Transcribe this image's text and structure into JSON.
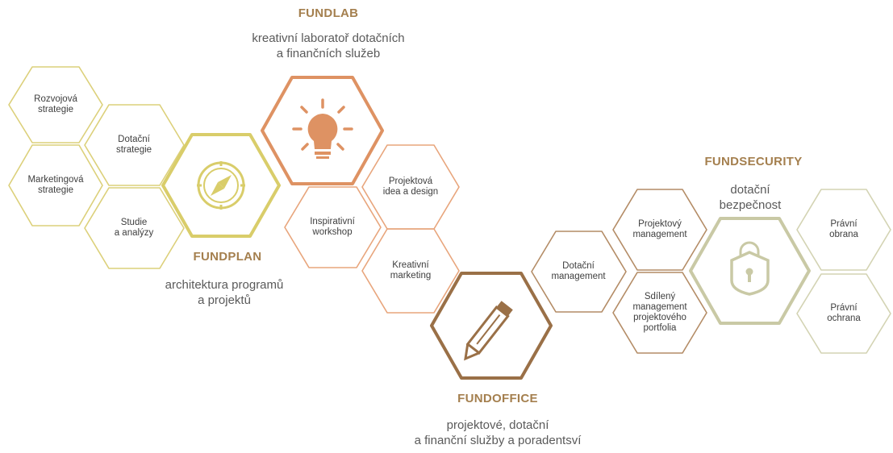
{
  "colors": {
    "plan": "#dcd07a",
    "plan_strong": "#d9cd6a",
    "lab": "#e8a57c",
    "lab_strong": "#de9263",
    "office": "#b48c66",
    "office_strong": "#9a7047",
    "security": "#d3d3b3",
    "security_strong": "#c9c9a5",
    "text": "#3e3e3e",
    "title": "#a47f4e",
    "subtitle": "#5a5a5a"
  },
  "sections": {
    "fundlab": {
      "title": "FUNDLAB",
      "line1": "kreativní laboratoř dotačních",
      "line2": "a finančních služeb",
      "icon": "lightbulb-icon"
    },
    "fundplan": {
      "title": "FUNDPLAN",
      "line1": "architektura programů",
      "line2": "a projektů",
      "icon": "compass-icon"
    },
    "fundoffice": {
      "title": "FUNDOFFICE",
      "line1": "projektové, dotační",
      "line2": "a finanční služby a poradentsví",
      "icon": "pencil-icon"
    },
    "fundsecurity": {
      "title": "FUNDSECURITY",
      "line1": "dotační",
      "line2": "bezpečnost",
      "icon": "shield-lock-icon"
    }
  },
  "items": {
    "rozvojova": "Rozvojová\nstrategie",
    "marketingova": "Marketingová\nstrategie",
    "dotacni_strategie": "Dotační\nstrategie",
    "studie": "Studie\na analýzy",
    "projektova_idea": "Projektová\nidea a design",
    "inspirativni": "Inspirativní\nworkshop",
    "kreativni": "Kreativní\nmarketing",
    "dotacni_management": "Dotační\nmanagement",
    "projektovy_management": "Projektový\nmanagement",
    "sdileny": "Sdílený\nmanagement\nprojektového\nportfolia",
    "pravni_obrana": "Právní\nobrana",
    "pravni_ochrana": "Právní\nochrana"
  }
}
